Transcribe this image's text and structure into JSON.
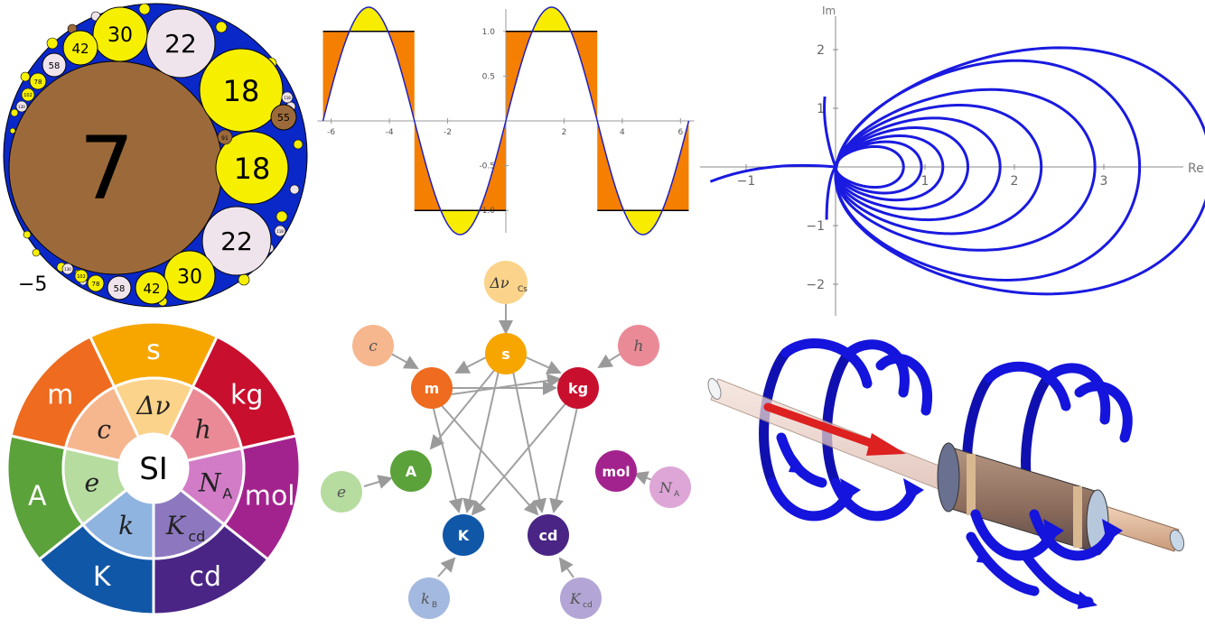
{
  "circle_packing": {
    "center_label": "7",
    "corner_label": "−5",
    "labels": {
      "large_a": "18",
      "large_b": "18",
      "mid_a": "22",
      "mid_b": "22",
      "mid_c": "30",
      "mid_d": "30",
      "small_a": "42",
      "small_b": "42",
      "small_c": "58",
      "small_d": "58",
      "small_e": "55",
      "tiny_a": "78",
      "tiny_b": "78",
      "tiny_c": "102",
      "tiny_d": "102",
      "tiny_e": "130",
      "tiny_f": "130",
      "tiny_g": "91",
      "tiny_h": "118",
      "tiny_i": "118"
    },
    "colors": {
      "center": "#9c6a3a",
      "yellow": "#f6f000",
      "lavender": "#efe4ec",
      "blue": "#0a28c8",
      "brown": "#9c6a3a"
    }
  },
  "sine_plot": {
    "chart_data": {
      "type": "line",
      "title": "",
      "xlabel": "",
      "ylabel": "",
      "xlim": [
        -6.3,
        6.3
      ],
      "ylim": [
        -1.25,
        1.25
      ],
      "x_ticks": [
        "-6",
        "-4",
        "-2",
        "2",
        "4",
        "6"
      ],
      "y_ticks": [
        "1.0",
        "0.5",
        "-0.5",
        "-1.0"
      ],
      "series": [
        {
          "function": "sin(x)",
          "color": "#2020c0"
        },
        {
          "function": "square wave sign(sin(x))",
          "color": "#000000"
        }
      ],
      "fill_colors": {
        "square_above_sine": "#f57f00",
        "sine_above_square": "#f8ec00"
      }
    }
  },
  "complex_plot": {
    "chart_data": {
      "type": "line",
      "title": "",
      "xlabel": "Re",
      "ylabel": "Im",
      "xlim": [
        -1.5,
        3.9
      ],
      "ylim": [
        -2.5,
        2.5
      ],
      "x_ticks": [
        "−1",
        "1",
        "2",
        "3"
      ],
      "y_ticks": [
        "2",
        "1",
        "−1",
        "−2"
      ],
      "series": [
        {
          "description": "nested loops through origin",
          "color": "#1a1ae0"
        }
      ]
    }
  },
  "si_wheel": {
    "center": "SI",
    "outer": [
      "s",
      "kg",
      "mol",
      "cd",
      "K",
      "A",
      "m"
    ],
    "inner": [
      "Δν",
      "h",
      "N",
      "k",
      "e",
      "c"
    ],
    "inner_sub": {
      "N": "A",
      "K": "cd"
    },
    "inner_k_cd": "K",
    "colors": {
      "s": "#f7a600",
      "kg": "#c8102e",
      "mol": "#a3238e",
      "cd": "#4a2585",
      "K": "#1057a8",
      "A": "#5ba23a",
      "m": "#ee6b1f"
    }
  },
  "si_graph": {
    "nodes": {
      "dnu": "Δν",
      "dnu_sub": "Cs",
      "s": "s",
      "c": "c",
      "h": "h",
      "m": "m",
      "kg": "kg",
      "A": "A",
      "e": "e",
      "mol": "mol",
      "NA": "N",
      "NA_sub": "A",
      "K": "K",
      "cd": "cd",
      "kB": "k",
      "kB_sub": "B",
      "Kcd": "K",
      "Kcd_sub": "cd"
    }
  },
  "solenoid": {
    "colors": {
      "coil": "#1414dc",
      "arrow": "#e02020",
      "rod": "#e8c4b8"
    }
  }
}
